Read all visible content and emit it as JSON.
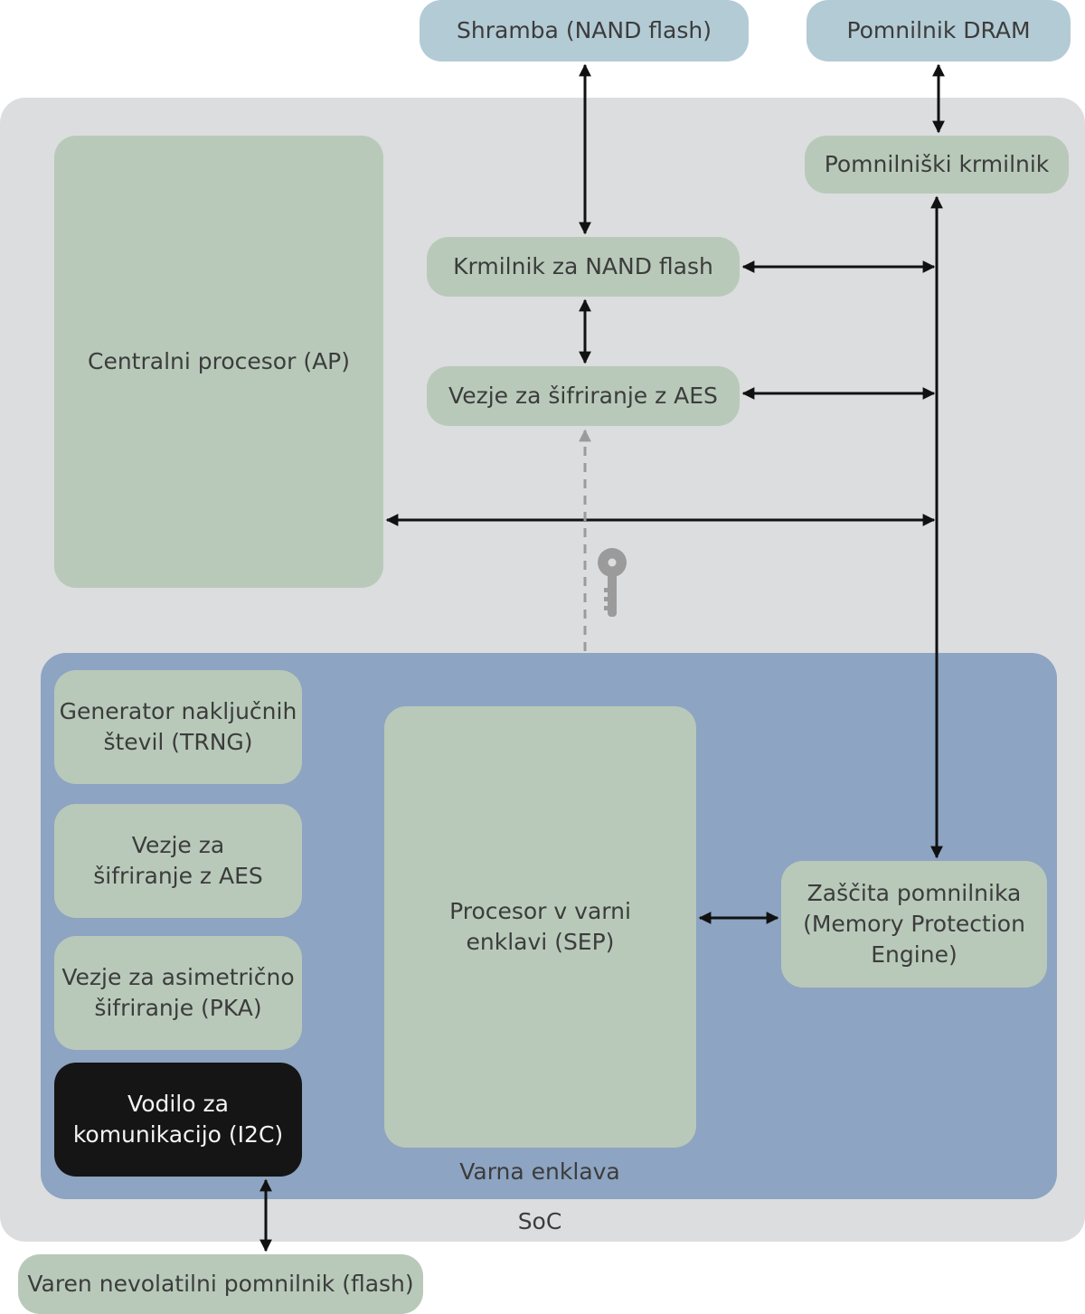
{
  "colors": {
    "soc_background": "#dcdddf",
    "enclave_background": "#8da4c2",
    "block": "#b8c9b9",
    "external_block": "#b3cbd5",
    "i2c_block": "#151515",
    "arrow": "#111111",
    "key_arrow": "#9b9b9b"
  },
  "icons": {
    "key": "key-icon"
  },
  "external": {
    "nand_storage": "Shramba (NAND flash)",
    "dram": "Pomnilnik DRAM",
    "secure_flash": "Varen nevolatilni pomnilnik (flash)"
  },
  "soc": {
    "label": "SoC",
    "application_processor": "Centralni procesor (AP)",
    "memory_controller": "Pomnilniški krmilnik",
    "nand_controller": "Krmilnik za NAND flash",
    "aes_engine": "Vezje za šifriranje z AES"
  },
  "enclave": {
    "label": "Varna enklava",
    "trng": "Generator naključnih\nštevil (TRNG)",
    "aes": "Vezje za\nšifriranje z AES",
    "pka": "Vezje za asimetrično\nšifriranje (PKA)",
    "i2c": "Vodilo za\nkomunikacijo (I2C)",
    "sep": "Procesor v varni\nenklavi (SEP)",
    "mpe": "Zaščita pomnilnika\n(Memory Protection\nEngine)"
  }
}
